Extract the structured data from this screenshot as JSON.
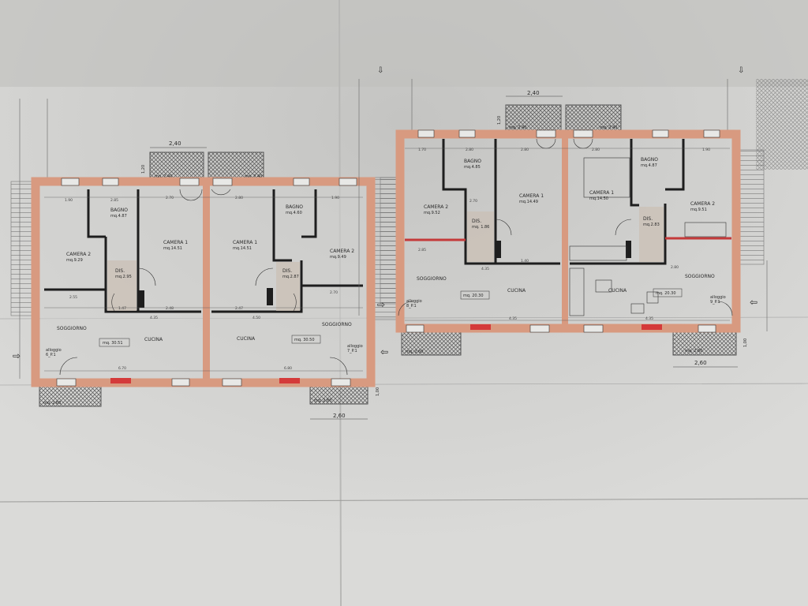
{
  "colors": {
    "paper": "#d4d4d2",
    "wall": "#d89a80",
    "partition": "#1e1e1e",
    "window_red": "#d43a3a",
    "hatch": "#5a5a5a"
  },
  "left_plan": {
    "top_dim": "2,40",
    "top_dim_v": "1,20",
    "patches": [
      "mq. 2.40",
      "mq. 2.40"
    ],
    "bottom_patches": [
      "mq. 2.60",
      "mq. 2.60"
    ],
    "bottom_dim": "2,60",
    "bottom_dim_v": "1,00",
    "unit_a": {
      "camera2": {
        "name": "CAMERA 2",
        "area": "mq.9.29"
      },
      "bagno": {
        "name": "BAGNO",
        "area": "mq.4.87"
      },
      "camera1": {
        "name": "CAMERA 1",
        "area": "mq.14.51"
      },
      "dis": {
        "name": "DIS.",
        "area": "mq.2.95"
      },
      "soggiorno": "SOGGIORNO",
      "cucina": "CUCINA",
      "living_area": "mq. 30.51",
      "entry": {
        "label": "alloggio",
        "code": "6_P.1"
      },
      "dims": [
        "1.90",
        "2.85",
        "2.70",
        "4.35",
        "2.55",
        "1.47",
        "2.48",
        "6.70"
      ]
    },
    "unit_b": {
      "camera1": {
        "name": "CAMERA 1",
        "area": "mq.14.51"
      },
      "bagno": {
        "name": "BAGNO",
        "area": "mq.4.60"
      },
      "camera2": {
        "name": "CAMERA 2",
        "area": "mq.9.49"
      },
      "dis": {
        "name": "DIS.",
        "area": "mq.2.87"
      },
      "soggiorno": "SOGGIORNO",
      "cucina": "CUCINA",
      "living_area": "mq. 30.50",
      "entry": {
        "label": "alloggio",
        "code": "7_P.1"
      },
      "dims": [
        "2.80",
        "1.90",
        "2.47",
        "4.50",
        "2.70",
        "6.80"
      ]
    }
  },
  "right_plan": {
    "top_dim": "2,40",
    "top_dim_v": "1,20",
    "patches": [
      "mq. 2.40",
      "mq. 2.40"
    ],
    "bottom_patches": [
      "mq. 2.60",
      "mq. 2.60"
    ],
    "bottom_dim": "2,60",
    "bottom_dim_v": "1,00",
    "unit_a": {
      "camera2": {
        "name": "CAMERA 2",
        "area": "mq.9.52"
      },
      "bagno": {
        "name": "BAGNO",
        "area": "mq.4.85"
      },
      "camera1": {
        "name": "CAMERA 1",
        "area": "mq.14.49"
      },
      "dis": {
        "name": "DIS.",
        "area": "mq. 1.86"
      },
      "soggiorno": "SOGGIORNO",
      "cucina": "CUCINA",
      "living_area": "mq. 20.30",
      "entry": {
        "label": "alloggio",
        "code": "8_P.1"
      },
      "dims": [
        "1.70",
        "2.80",
        "2.80",
        "2.85",
        "4.35",
        "2.70",
        "4.35",
        "1.40"
      ]
    },
    "unit_b": {
      "camera1": {
        "name": "CAMERA 1",
        "area": "mq.14.50"
      },
      "bagno": {
        "name": "BAGNO",
        "area": "mq.4.87"
      },
      "camera2": {
        "name": "CAMERA 2",
        "area": "mq.9.51"
      },
      "dis": {
        "name": "DIS.",
        "area": "mq.2.83"
      },
      "soggiorno": "SOGGIORNO",
      "cucina": "CUCINA",
      "living_area": "mq. 20.30",
      "entry": {
        "label": "alloggio",
        "code": "9_P.1"
      },
      "dims": [
        "2.80",
        "1.90",
        "4.35",
        "2.80"
      ]
    }
  }
}
